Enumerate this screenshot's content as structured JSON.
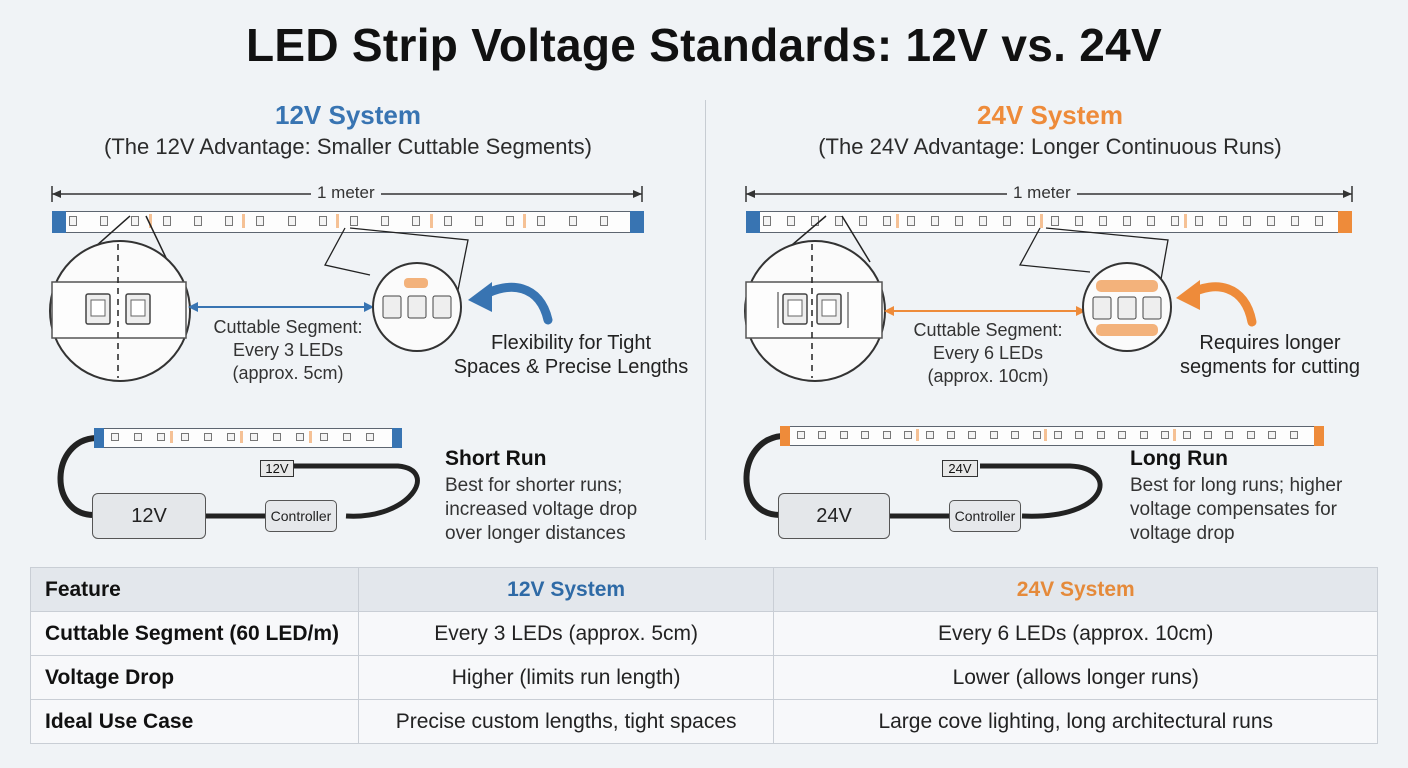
{
  "title": "LED Strip Voltage Standards: 12V vs. 24V",
  "colors": {
    "blue": "#3874b2",
    "orange": "#ee8b3a",
    "blue_text": "#2e6aa6",
    "orange_text": "#e58a3a"
  },
  "left": {
    "heading": "12V System",
    "subheading": "(The 12V Advantage: Smaller Cuttable Segments)",
    "meter_label": "1 meter",
    "cut_caption": [
      "Cuttable Segment:",
      "Every 3 LEDs",
      "(approx. 5cm)"
    ],
    "benefit": [
      "Flexibility for Tight",
      "Spaces & Precise Lengths"
    ],
    "psu_label": "12V",
    "plug_label": "12V",
    "controller_label": "Controller",
    "run_title": "Short Run",
    "run_desc": [
      "Best for shorter runs;",
      "increased voltage drop",
      "over longer distances"
    ]
  },
  "right": {
    "heading": "24V System",
    "subheading": "(The 24V Advantage: Longer Continuous Runs)",
    "meter_label": "1 meter",
    "cut_caption": [
      "Cuttable Segment:",
      "Every 6 LEDs",
      "(approx. 10cm)"
    ],
    "benefit": [
      "Requires longer",
      "segments for cutting"
    ],
    "psu_label": "24V",
    "plug_label": "24V",
    "controller_label": "Controller",
    "run_title": "Long Run",
    "run_desc": [
      "Best for long runs; higher",
      "voltage compensates for",
      "voltage drop"
    ]
  },
  "table": {
    "headers": [
      "Feature",
      "12V System",
      "24V System"
    ],
    "rows": [
      {
        "feature": "Cuttable Segment (60 LED/m)",
        "v12": "Every 3 LEDs (approx. 5cm)",
        "v24": "Every 6 LEDs (approx. 10cm)"
      },
      {
        "feature": "Voltage Drop",
        "v12": "Higher (limits run length)",
        "v24": "Lower (allows longer runs)"
      },
      {
        "feature": "Ideal Use Case",
        "v12": "Precise custom lengths, tight spaces",
        "v24": "Large cove lighting, long architectural runs"
      }
    ]
  }
}
